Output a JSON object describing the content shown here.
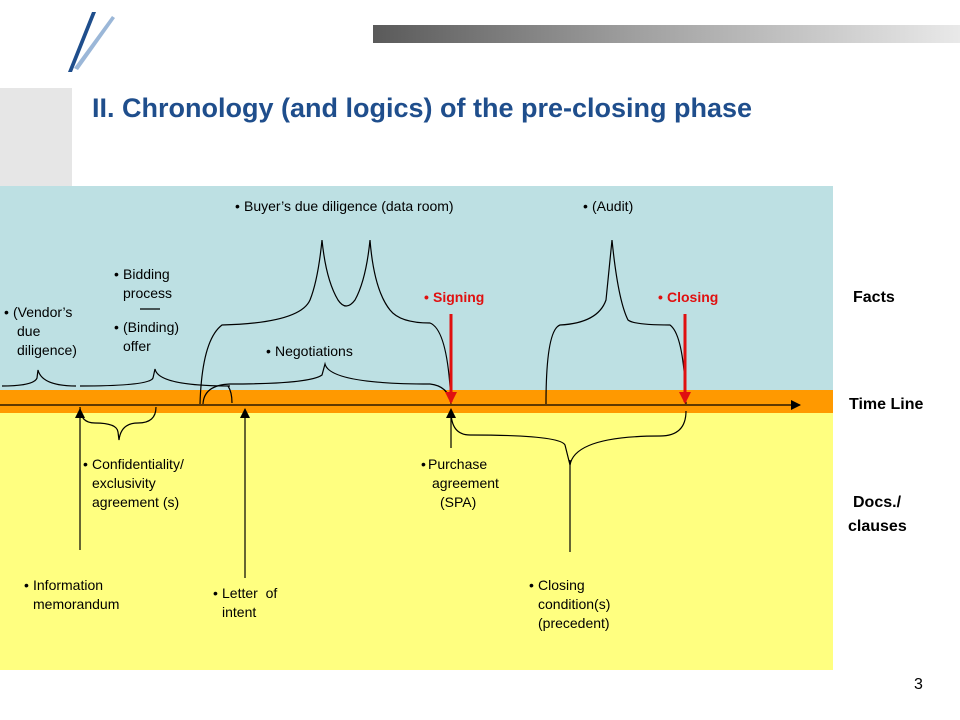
{
  "slide": {
    "title": "II. Chronology (and logics) of the pre-closing phase",
    "page_number": "3"
  },
  "bands": {
    "facts": "Facts",
    "time_line": "Time Line",
    "docs_line1": "Docs./",
    "docs_line2": "clauses"
  },
  "bullet": "•",
  "facts_items": {
    "vendor_dd": [
      "(Vendor’s",
      "due",
      "diligence)"
    ],
    "bidding": [
      "Bidding",
      "process"
    ],
    "binding_offer": [
      "(Binding)",
      "offer"
    ],
    "buyer_dd": "Buyer’s due diligence (data room)",
    "audit": "(Audit)",
    "signing": "Signing",
    "closing": "Closing",
    "negotiations": "Negotiations"
  },
  "docs_items": {
    "confidentiality": [
      "Confidentiality/",
      "exclusivity",
      "agreement (s)"
    ],
    "purchase": [
      "Purchase",
      "agreement",
      "(SPA)"
    ],
    "info_memo": [
      "Information",
      "memorandum"
    ],
    "loi": [
      "Letter  of",
      "intent"
    ],
    "closing_conditions": [
      "Closing",
      "condition(s)",
      "(precedent)"
    ]
  },
  "colors": {
    "title": "#1f4e8c",
    "facts_band": "#bde0e3",
    "time_band": "#ff9900",
    "docs_band": "#ffff80",
    "marker": "#e01010"
  }
}
